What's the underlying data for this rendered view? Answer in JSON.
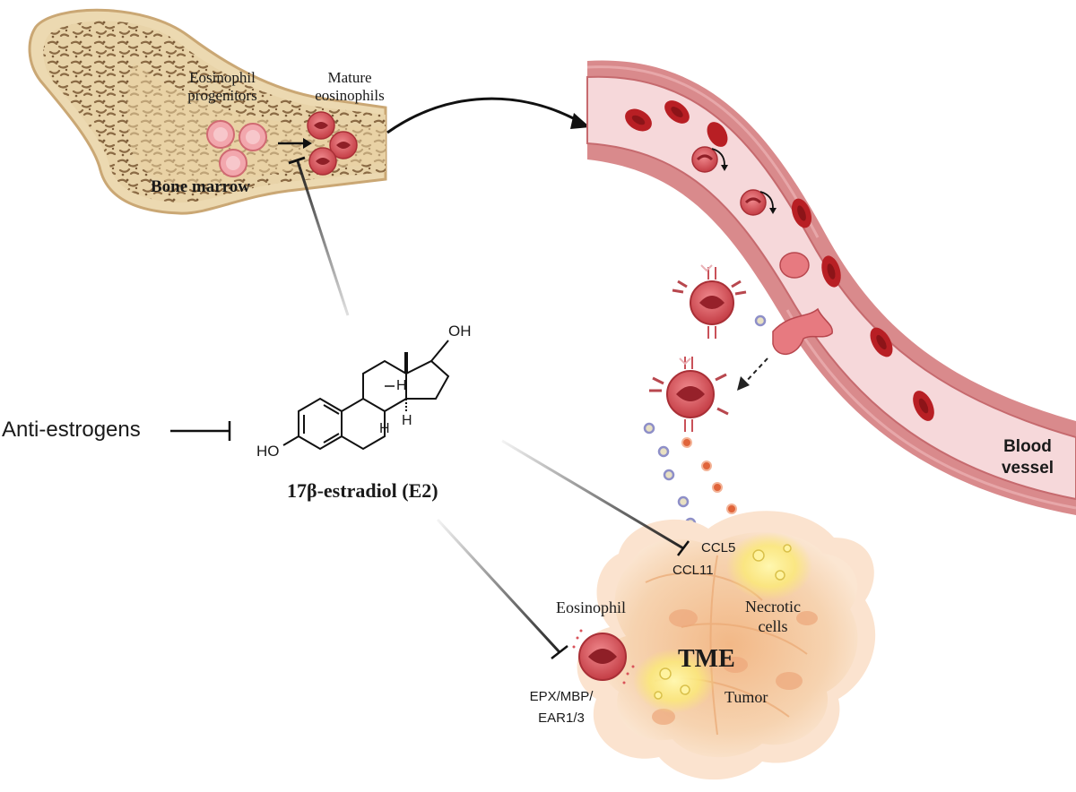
{
  "labels": {
    "eosinophil_progenitors_line1": "Eosinophil",
    "eosinophil_progenitors_line2": "progenitors",
    "mature_eosinophils_line1": "Mature",
    "mature_eosinophils_line2": "eosinophils",
    "bone_marrow": "Bone marrow",
    "blood_vessel_line1": "Blood",
    "blood_vessel_line2": "vessel",
    "anti_estrogens": "Anti-estrogens",
    "estradiol": "17β-estradiol (E2)",
    "ccl5": "CCL5",
    "ccl11": "CCL11",
    "eosinophil": "Eosinophil",
    "necrotic_line1": "Necrotic",
    "necrotic_line2": "cells",
    "tme": "TME",
    "tumor": "Tumor",
    "granules_line1": "EPX/MBP/",
    "granules_line2": "EAR1/3"
  },
  "molecule": {
    "oh_top": "OH",
    "oh_left": "HO",
    "h1": "H",
    "h2": "H",
    "h3": "H"
  },
  "colors": {
    "bone": "#e8d3a8",
    "bone_texture": "#8a6a44",
    "vessel_wall": "#d98a8c",
    "vessel_lumen": "#f6d8da",
    "rbc": "#b81f24",
    "eosinophil": "#d9535a",
    "eosinophil_dark": "#a92f36",
    "tumor": "#f5c9a0",
    "necrotic": "#f7e56a",
    "ccl5_dot": "#e0643a",
    "ccl11_dot": "#8e8fc8"
  }
}
